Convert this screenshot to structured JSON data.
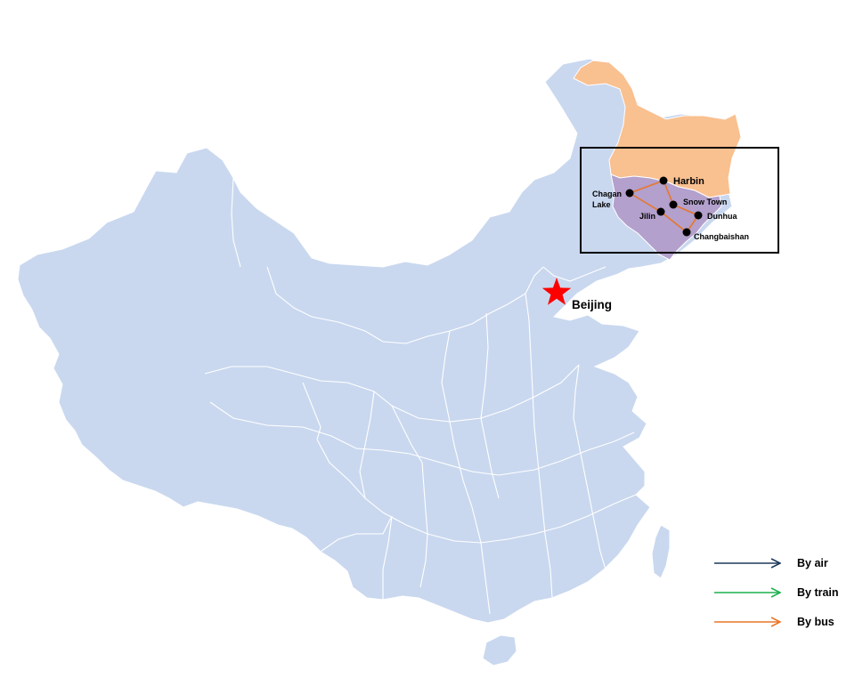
{
  "capital": {
    "label": "Beijing",
    "color": "#ff0000"
  },
  "cities": [
    {
      "id": "harbin",
      "label": "Harbin"
    },
    {
      "id": "chagan-lake",
      "label_line1": "Chagan",
      "label_line2": "Lake"
    },
    {
      "id": "snow-town",
      "label": "Snow Town"
    },
    {
      "id": "jilin",
      "label": "Jilin"
    },
    {
      "id": "dunhua",
      "label": "Dunhua"
    },
    {
      "id": "changbaishan",
      "label": "Changbaishan"
    }
  ],
  "legend": [
    {
      "label": "By air",
      "color": "#1f3a5a"
    },
    {
      "label": "By train",
      "color": "#1fb04f"
    },
    {
      "label": "By bus",
      "color": "#e8762a"
    }
  ],
  "colors": {
    "china_fill": "#c9d8ef",
    "province_border": "#ffffff",
    "heilongjiang_fill": "#f9c090",
    "jilin_fill": "#b3a0cc",
    "highlight_box": "#000000",
    "route": "#e8762a"
  }
}
